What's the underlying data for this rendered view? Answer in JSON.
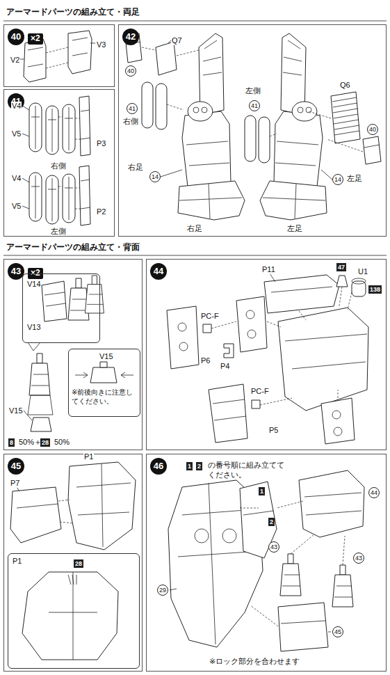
{
  "diagram": {
    "nodes": [
      {
        "text": [
          "40"
        ]
      },
      {
        "text": [
          "×2"
        ],
        "in": 0
      },
      {
        "text": [
          "41"
        ]
      },
      {
        "text": [
          "42"
        ]
      },
      {
        "text": [
          "43"
        ]
      },
      {
        "text": [
          "×2"
        ],
        "in": 4
      },
      {
        "text": [
          "V14",
          "V13"
        ],
        "in": 4
      },
      {
        "text": [
          "V15",
          "※前後向きに注意してください。"
        ],
        "in": 4
      },
      {
        "text": [
          "44"
        ]
      },
      {
        "text": [
          "45"
        ]
      },
      {
        "text": [
          "P1",
          "28"
        ],
        "in": 9
      },
      {
        "text": [
          "46"
        ]
      }
    ],
    "labels": [
      "アーマードパーツの組み立て・両足",
      "V2",
      "V3",
      "V4",
      "V5",
      "P3",
      "右側",
      "V4",
      "V5",
      "P2",
      "左側",
      "Q7",
      "40",
      "41",
      "右側",
      "右足",
      "14",
      "右足",
      "左側",
      "41",
      "Q6",
      "40",
      "14",
      "左足",
      "左足",
      "アーマードパーツの組み立て・背面",
      "V15",
      "8",
      "50%＋",
      "28",
      "50%",
      "P11",
      "47",
      "U1",
      "138",
      "PC-F",
      "P6",
      "P4",
      "PC-F",
      "P5",
      "P7",
      "P1",
      "1",
      "2",
      "の番号順に組み立ててください。",
      "1",
      "2",
      "44",
      "43",
      "43",
      "29",
      "45",
      "※ロック部分を合わせます"
    ]
  }
}
